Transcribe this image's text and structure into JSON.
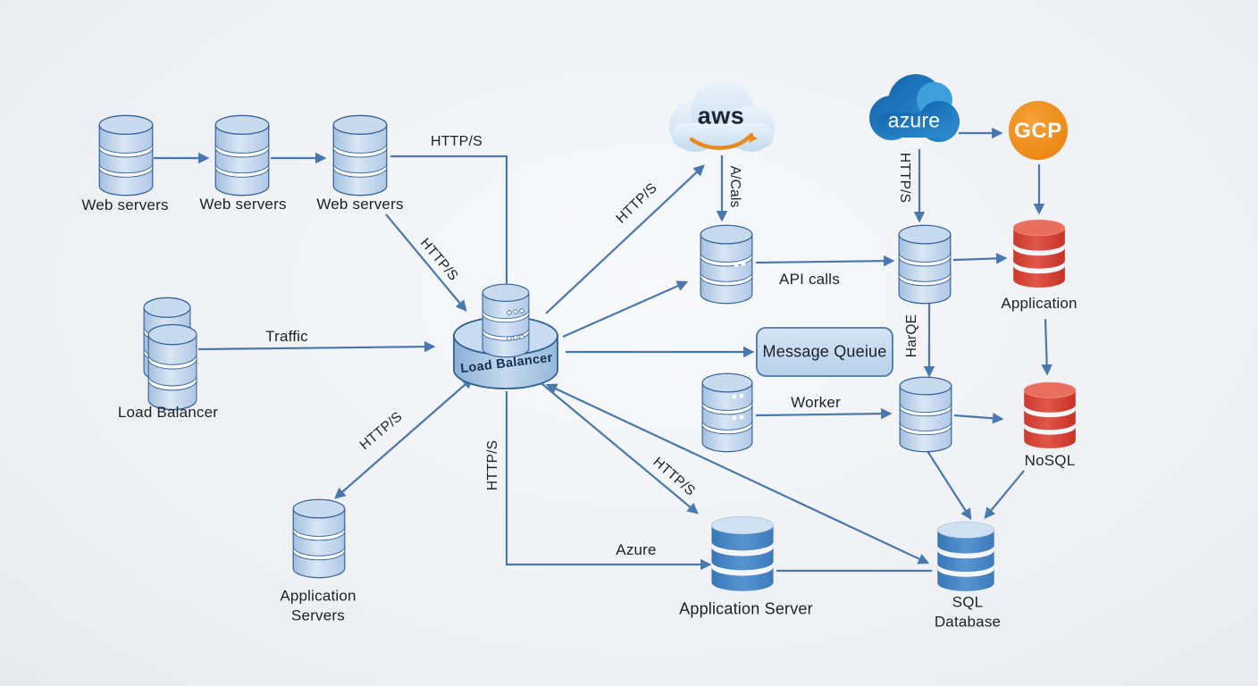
{
  "nodes": {
    "web_server_1": "Web servers",
    "web_server_2": "Web servers",
    "web_server_3": "Web servers",
    "load_balancer_left": "Load Balancer",
    "load_balancer_center": "Load Balancer",
    "application_servers": "Application Servers",
    "application_server": "Application Server",
    "sql_database": "SQL Database",
    "application_db": "Application",
    "nosql_db": "NoSQL",
    "message_queue": "Message Queiue",
    "aws": "aws",
    "azure": "azure",
    "gcp": "GCP"
  },
  "edges": {
    "http_s_top": "HTTP/S",
    "http_s_web_to_lb": "HTTP/S",
    "traffic": "Traffic",
    "http_s_lb_to_app_servers": "HTTP/S",
    "http_s_lb_down": "HTTP/S",
    "azure_route": "Azure",
    "http_s_lb_to_app_server": "HTTP/S",
    "http_s_lb_to_aws": "HTTP/S",
    "aws_api_calls_vertical": "A/Cals",
    "api_calls": "API calls",
    "http_s_azure_down": "HTTP/S",
    "queue_vertical": "HarQE",
    "worker": "Worker"
  },
  "colors": {
    "connector": "#4878ad",
    "light_cylinder": "#b9cfe8",
    "dark_cylinder": "#3f7cba",
    "red_cylinder": "#d23a2c",
    "aws_smile_orange": "#ea8a1e",
    "azure_blue": "#1f79c0",
    "gcp_orange": "#ef8c12",
    "queue_fill": "#c3d9f0",
    "background": "#eef0f4"
  }
}
